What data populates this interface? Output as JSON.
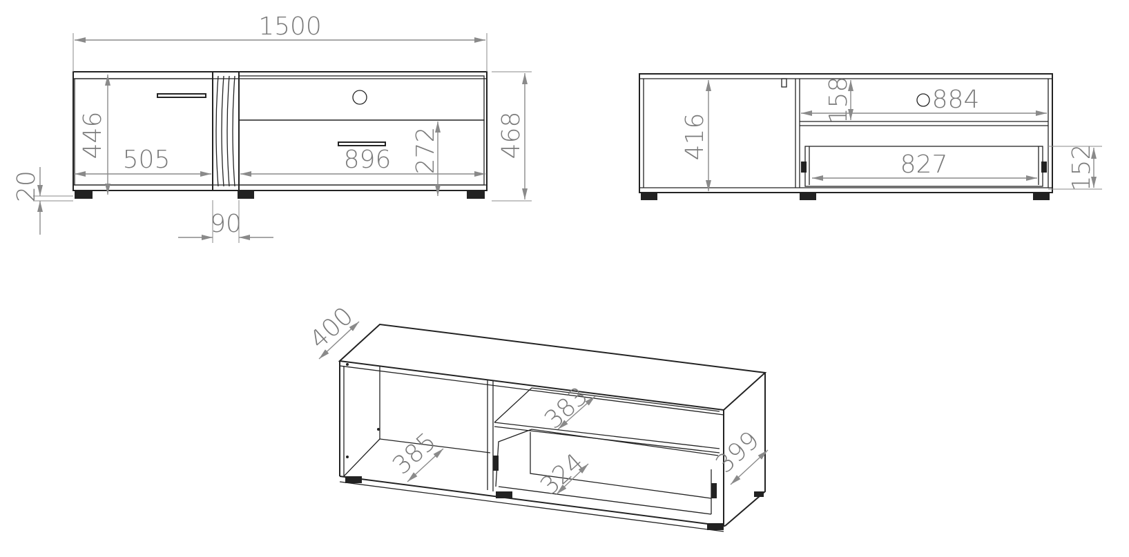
{
  "front_view": {
    "width": "1500",
    "height": "468",
    "door_height": "446",
    "door_width": "505",
    "right_width": "896",
    "drawer_height": "272",
    "leg_height": "20",
    "slat_width": "90"
  },
  "open_view": {
    "inner_height": "416",
    "shelf_height": "158",
    "shelf_width": "884",
    "drawer_inner_width": "827",
    "drawer_inner_height": "152"
  },
  "iso_view": {
    "depth": "400",
    "shelf_depth": "383",
    "left_depth": "385",
    "drawer_depth": "324",
    "side_depth": "399"
  }
}
